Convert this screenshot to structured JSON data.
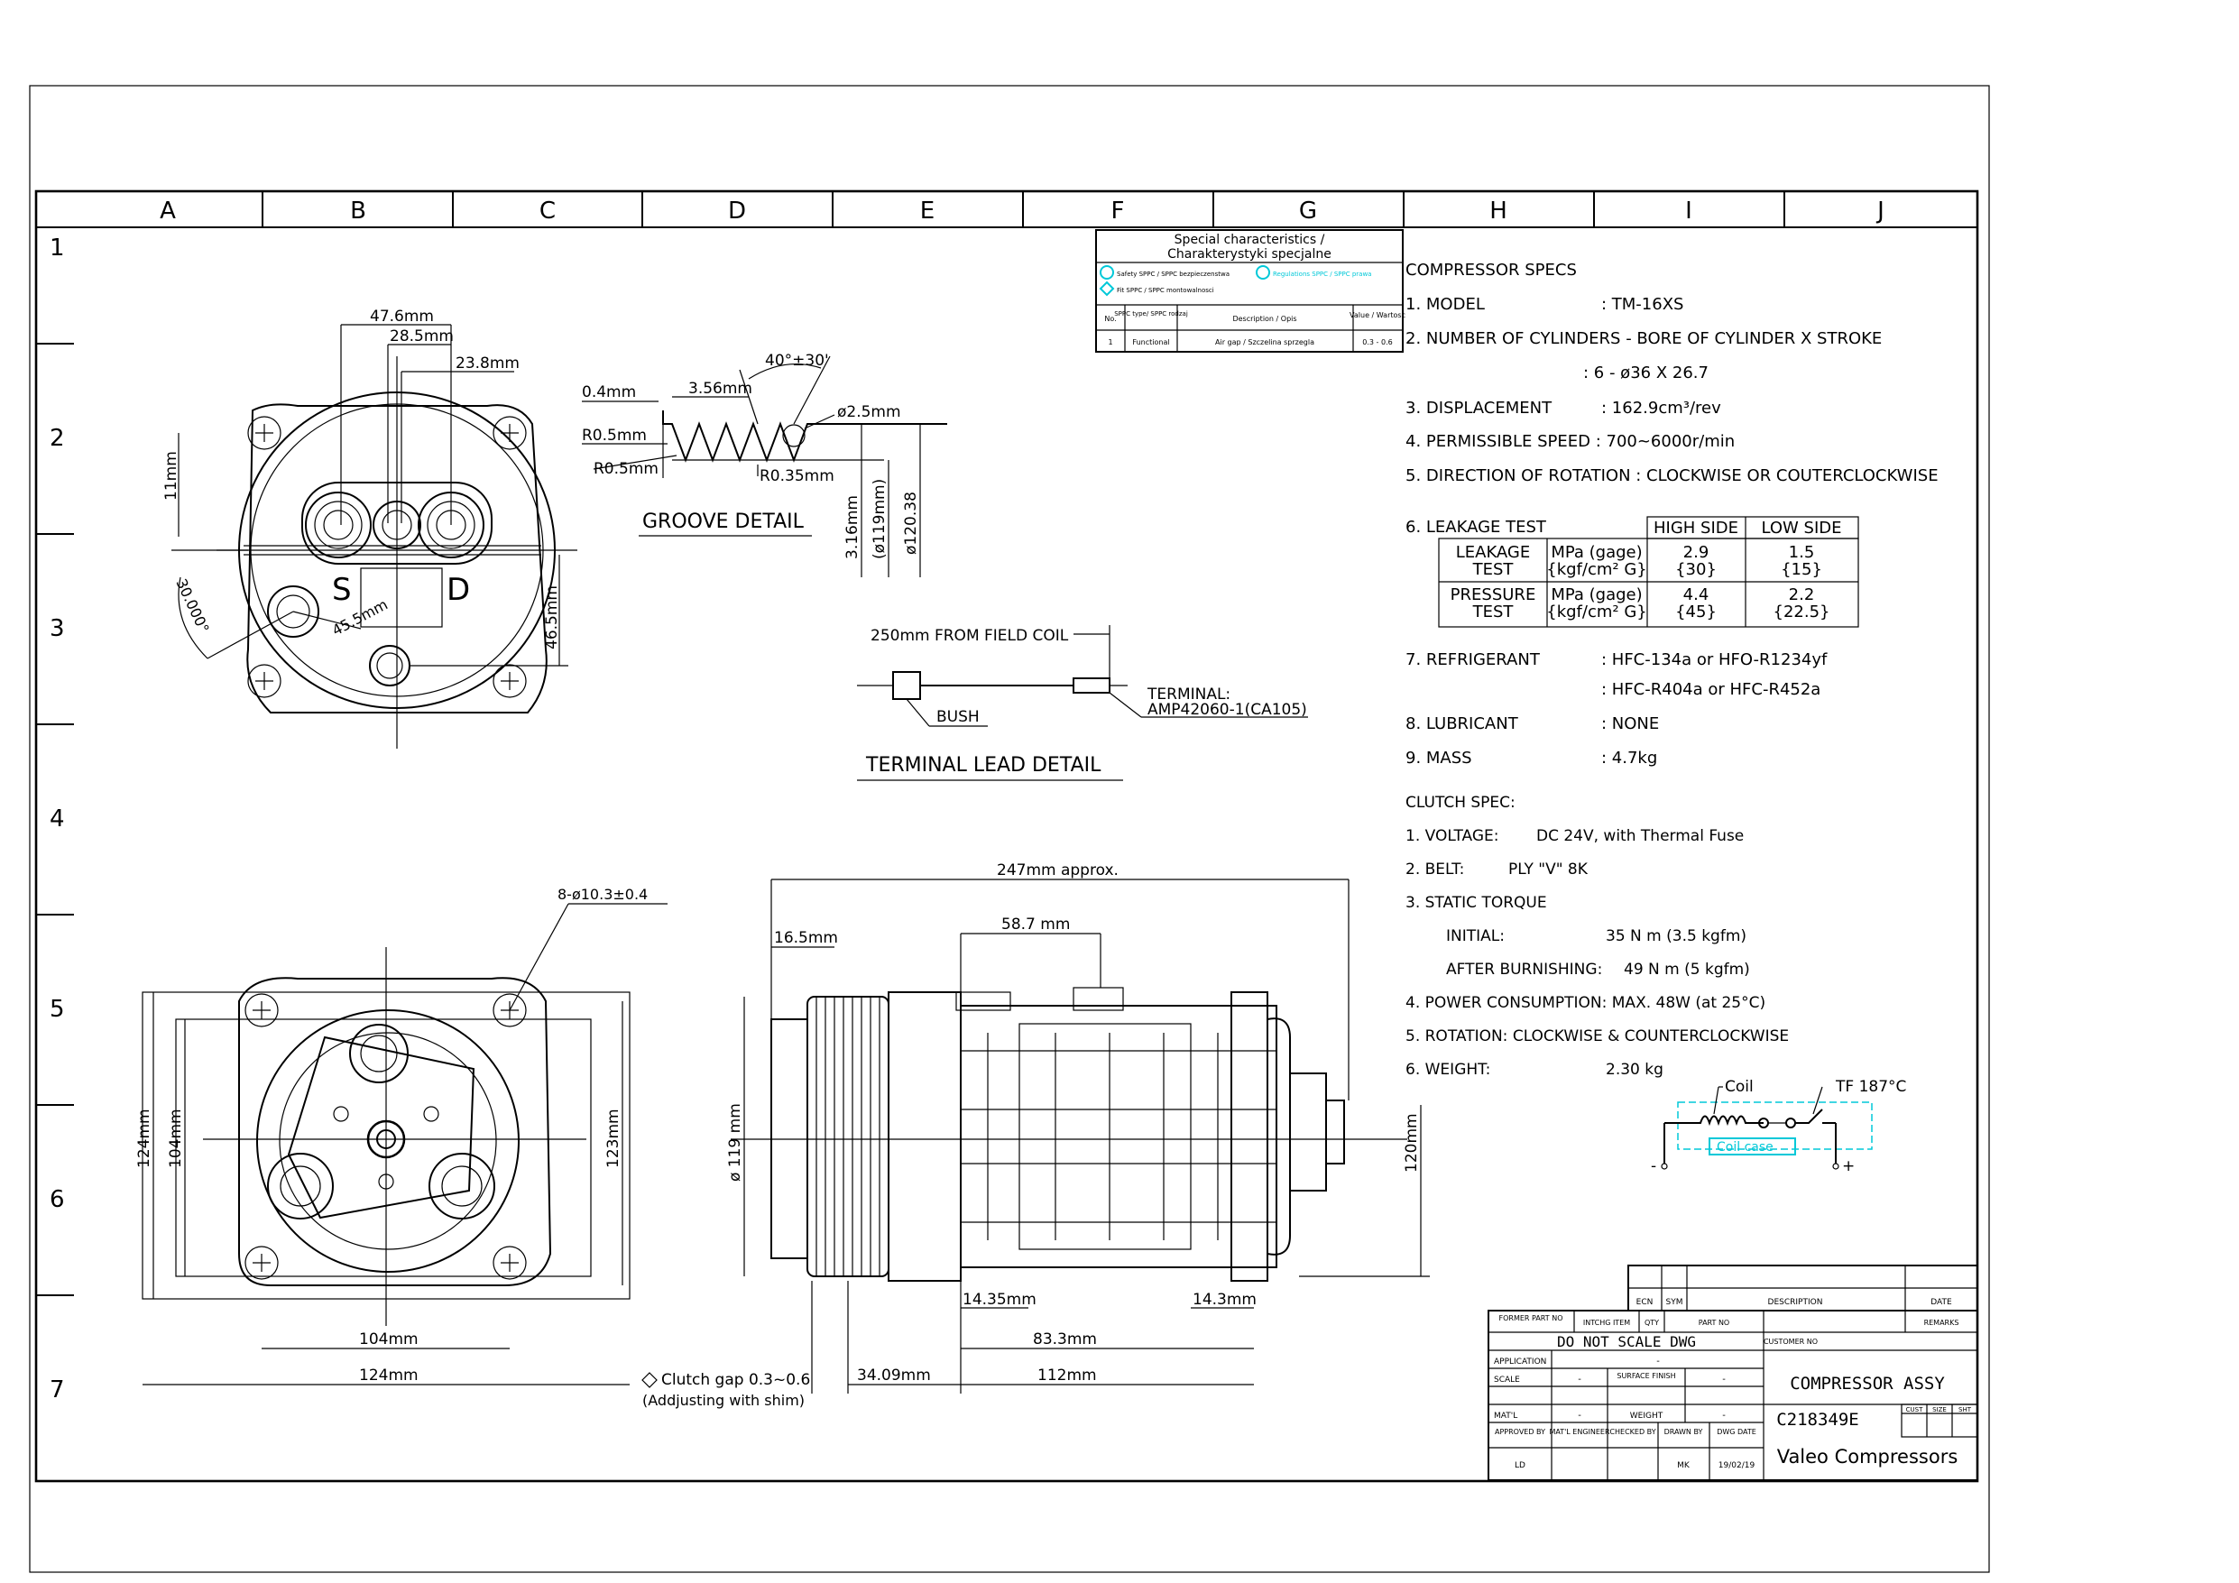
{
  "grid": {
    "columns": [
      "A",
      "B",
      "C",
      "D",
      "E",
      "F",
      "G",
      "H",
      "I",
      "J"
    ],
    "rows": [
      "1",
      "2",
      "3",
      "4",
      "5",
      "6",
      "7"
    ]
  },
  "special_chars": {
    "title1": "Special characteristics /",
    "title2": "Charakterystyki specjalne",
    "legend_safety": "Safety SPPC / SPPC bezpieczenstwa",
    "legend_regulations": "Regulations SPPC / SPPC prawa",
    "legend_fit": "Fit SPPC / SPPC montowalnosci",
    "col_no": "No.",
    "col_type": "SPPC type/ SPPC rodzaj",
    "col_desc": "Description / Opis",
    "col_value": "Value / Wartosc",
    "row_no": "1",
    "row_type": "Functional",
    "row_desc": "Air gap / Szczelina sprzegla",
    "row_value": "0.3 - 0.6"
  },
  "front_view": {
    "dim_47_6": "47.6mm",
    "dim_28_5": "28.5mm",
    "dim_23_8": "23.8mm",
    "dim_11": "11mm",
    "dim_30": "30.000°",
    "dim_45_5": "45.5mm",
    "dim_46_5": "46.5mm",
    "letter_s": "S",
    "letter_d": "D"
  },
  "groove": {
    "angle": "40°±30'",
    "d04": "0.4mm",
    "d356": "3.56mm",
    "r05a": "R0.5mm",
    "r05b": "R0.5mm",
    "r035": "R0.35mm",
    "d25": "ø2.5mm",
    "d316": "3.16mm",
    "d119": "(ø119mm)",
    "d12038": "ø120.38",
    "title": "GROOVE DETAIL"
  },
  "terminal": {
    "field_coil": "250mm FROM FIELD COIL",
    "terminal_label": "TERMINAL:",
    "terminal_part": "AMP42060-1(CA105)",
    "bush": "BUSH",
    "title": "TERMINAL LEAD DETAIL"
  },
  "clutch_view": {
    "holes": "8-ø10.3±0.4",
    "dim_124v": "124mm",
    "dim_104v": "104mm",
    "dim_123": "123mm",
    "dim_104h": "104mm",
    "dim_124h": "124mm"
  },
  "side_view": {
    "dim_247": "247mm approx.",
    "dim_16_5": "16.5mm",
    "dim_58_7": "58.7 mm",
    "dim_119": "ø 119 mm",
    "dim_120": "120mm",
    "dim_14_35": "14.35mm",
    "dim_14_3": "14.3mm",
    "dim_83_3": "83.3mm",
    "dim_34_09": "34.09mm",
    "dim_112": "112mm",
    "clutch_gap": "Clutch gap 0.3~0.6",
    "shim": "(Addjusting with shim)"
  },
  "specs": {
    "heading": "COMPRESSOR SPECS",
    "model": "1. MODEL",
    "model_val": ": TM-16XS",
    "cyl": "2. NUMBER OF CYLINDERS - BORE OF CYLINDER X STROKE",
    "cyl_val": ": 6 - ø36 X 26.7",
    "disp": "3. DISPLACEMENT",
    "disp_val": ": 162.9cm³/rev",
    "speed": "4. PERMISSIBLE SPEED : 700~6000r/min",
    "rotation": "5. DIRECTION OF ROTATION : CLOCKWISE OR COUTERCLOCKWISE",
    "leak": "6. LEAKAGE TEST",
    "leak_high": "HIGH SIDE",
    "leak_low": "LOW SIDE",
    "leak_row1a": "LEAKAGE",
    "leak_row1b": "TEST",
    "leak_row2a": "PRESSURE",
    "leak_row2b": "TEST",
    "unit_a": "MPa (gage)",
    "unit_b": "{kgf/cm² G}",
    "unit_c": "MPa (gage)",
    "unit_d": "{kgf/cm² G}",
    "l_h1": "2.9",
    "l_h2": "{30}",
    "l_l1": "1.5",
    "l_l2": "{15}",
    "p_h1": "4.4",
    "p_h2": "{45}",
    "p_l1": "2.2",
    "p_l2": "{22.5}",
    "refr": "7. REFRIGERANT",
    "refr_val1": ": HFC-134a or HFO-R1234yf",
    "refr_val2": ": HFC-R404a or HFC-R452a",
    "lub": "8. LUBRICANT",
    "lub_val": ": NONE",
    "mass": "9. MASS",
    "mass_val": ": 4.7kg"
  },
  "clutch": {
    "heading": "CLUTCH SPEC:",
    "voltage": "1. VOLTAGE:",
    "voltage_val": "DC 24V, with Thermal Fuse",
    "belt": "2. BELT:",
    "belt_val": "PLY \"V\" 8K",
    "torque": "3. STATIC TORQUE",
    "initial": "INITIAL:",
    "initial_val": "35 N m (3.5 kgfm)",
    "after": "AFTER BURNISHING:",
    "after_val": "49 N m (5 kgfm)",
    "power": "4. POWER CONSUMPTION: MAX. 48W (at 25°C)",
    "rot": "5. ROTATION: CLOCKWISE & COUNTERCLOCKWISE",
    "weight": "6. WEIGHT:",
    "weight_val": "2.30 kg",
    "coil": "Coil",
    "tf": "TF 187°C",
    "coil_case": "Coil case",
    "minus": "-",
    "plus": "+"
  },
  "title_block": {
    "ecn": "ECN",
    "sym": "SYM",
    "description": "DESCRIPTION",
    "date": "DATE",
    "former": "FORMER PART NO",
    "intchg": "INTCHG ITEM",
    "qty": "QTY",
    "partno": "PART NO",
    "remarks": "REMARKS",
    "do_not_scale": "DO NOT SCALE DWG",
    "customer": "CUSTOMER NO",
    "application": "APPLICATION",
    "app_val": "-",
    "title": "COMPRESSOR ASSY",
    "scale": "SCALE",
    "scale_val": "-",
    "surface": "SURFACE FINISH",
    "surface_val": "-",
    "dwg_no": "C218349E",
    "cust": "CUST",
    "size": "SIZE",
    "sht": "SHT",
    "matl": "MAT'L",
    "matl_val": "-",
    "weight": "WEIGHT",
    "weight_val": "-",
    "approved": "APPROVED BY",
    "matl_eng": "MAT'L ENGINEER",
    "checked": "CHECKED BY",
    "drawn": "DRAWN BY",
    "dwg_date": "DWG DATE",
    "approved_val": "LD",
    "drawn_val": "MK",
    "date_val": "19/02/19",
    "company": "Valeo Compressors"
  }
}
